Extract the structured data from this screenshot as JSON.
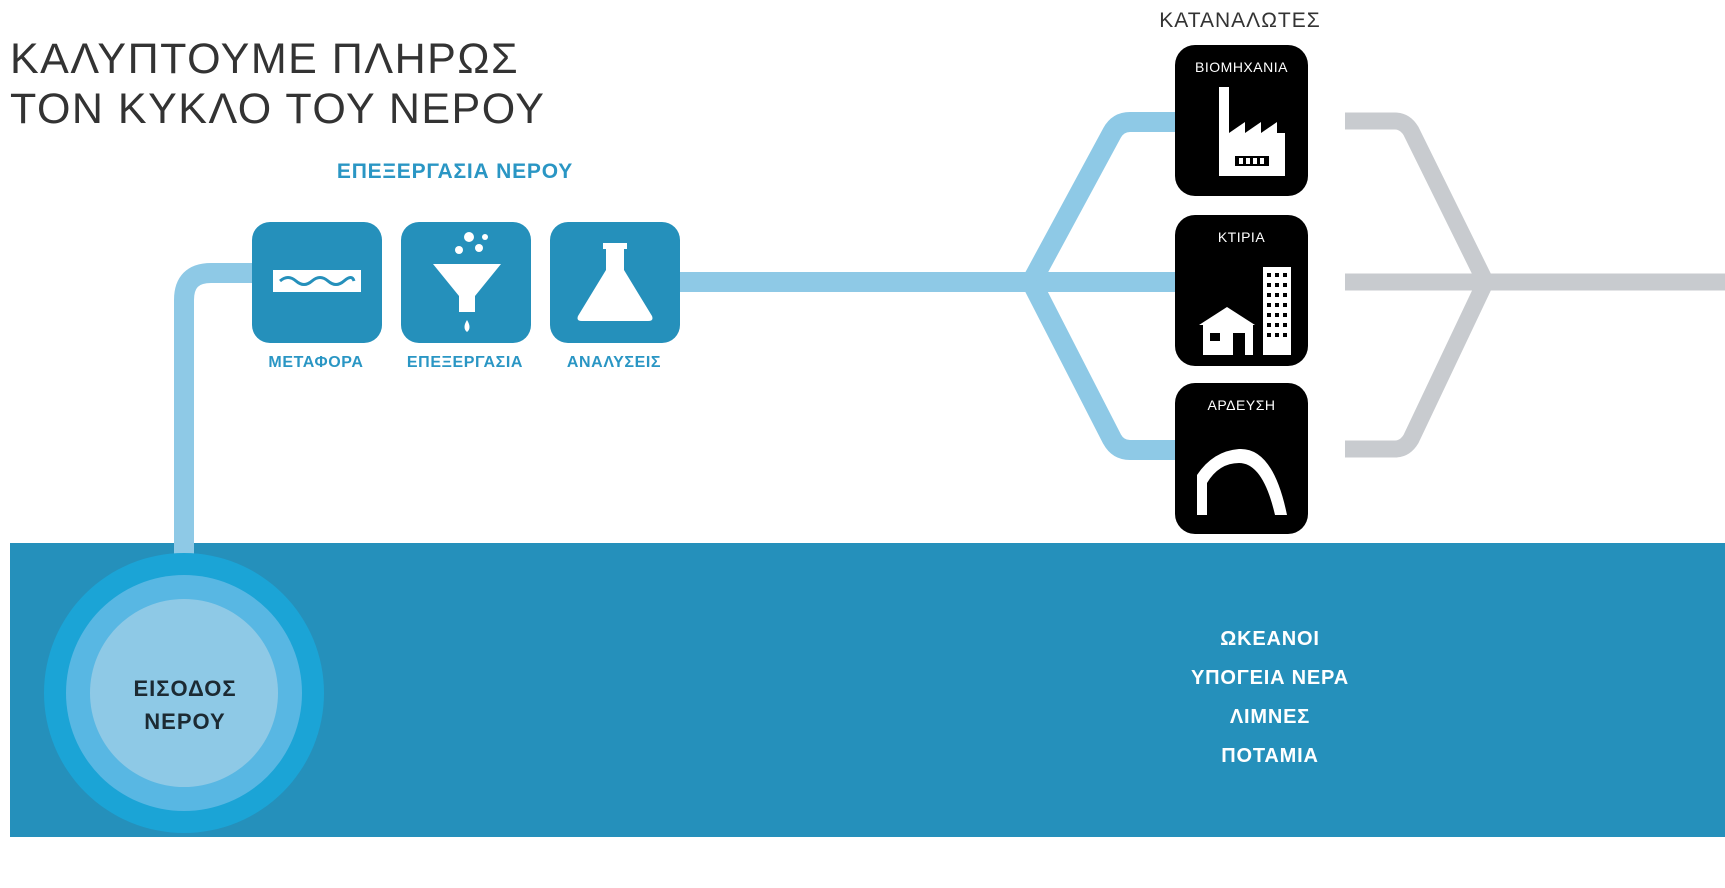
{
  "title": {
    "line1": "ΚΑΛΥΠΤΟΥΜΕ ΠΛΗΡΩΣ",
    "line2": "ΤΟΝ ΚΥΚΛΟ ΤΟΥ ΝΕΡΟΥ"
  },
  "processing": {
    "header": "ΕΠΕΞΕΡΓΑΣΙΑ ΝΕΡΟΥ",
    "steps": [
      {
        "label": "ΜΕΤΑΦΟΡΑ",
        "icon": "pipe-wave-icon"
      },
      {
        "label": "ΕΠΕΞΕΡΓΑΣΙΑ",
        "icon": "funnel-icon"
      },
      {
        "label": "ΑΝΑΛΥΣΕΙΣ",
        "icon": "flask-icon"
      }
    ]
  },
  "consumers": {
    "header": "ΚΑΤΑΝΑΛΩΤΕΣ",
    "items": [
      {
        "label": "ΒΙΟΜΗΧΑΝΙΑ",
        "icon": "factory-icon"
      },
      {
        "label": "ΚΤΙΡΙΑ",
        "icon": "buildings-icon"
      },
      {
        "label": "ΑΡΔΕΥΣΗ",
        "icon": "irrigation-icon"
      }
    ]
  },
  "sources": [
    "ΩΚΕΑΝΟΙ",
    "ΥΠΟΓΕΙΑ ΝΕΡΑ",
    "ΛΙΜΝΕΣ",
    "ΠΟΤΑΜΙΑ"
  ],
  "inlet": {
    "line1": "ΕΙΣΟΔΟΣ",
    "line2": "ΝΕΡΟΥ"
  },
  "colors": {
    "water_pipe": "#8ec9e6",
    "return_pipe": "#c8cbcf",
    "sea": "#2590bb",
    "accent_text": "#2a96c4",
    "tile": "#2590bb",
    "consumer_tile": "#000000"
  }
}
